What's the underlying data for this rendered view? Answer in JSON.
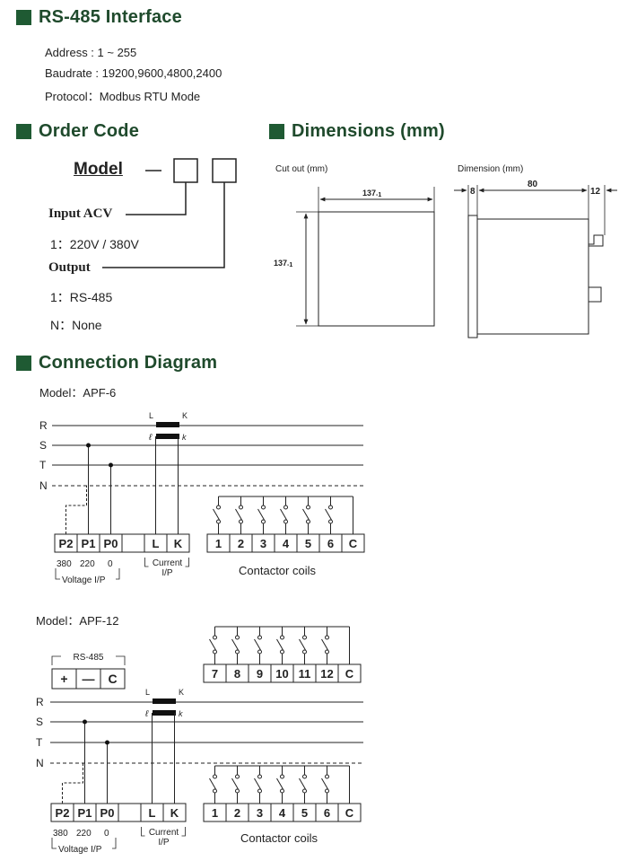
{
  "rs485": {
    "title": "RS-485 Interface",
    "address": "Address : 1 ~ 255",
    "baudrate": "Baudrate : 19200,9600,4800,2400",
    "protocol": "Protocol：Modbus RTU Mode"
  },
  "order": {
    "title": "Order  Code",
    "model_label": "Model",
    "input_label": "Input ACV",
    "input_opt1": "1：220V / 380V",
    "output_label": "Output",
    "output_opt1": "1：RS-485",
    "output_opt2": "N：None"
  },
  "dims": {
    "title": "Dimensions (mm)",
    "cutout_label": "Cut out (mm)",
    "cutout_w": "137",
    "cutout_w_tol": "-1",
    "cutout_h": "137",
    "cutout_h_tol": "-1",
    "dimension_label": "Dimension (mm)",
    "d8": "8",
    "d80": "80",
    "d12": "12"
  },
  "conn": {
    "title": "Connection  Diagram",
    "model1": "Model：APF-6",
    "model2": "Model：APF-12",
    "lines": [
      "R",
      "S",
      "T",
      "N"
    ],
    "ct_L": "L",
    "ct_K": "K",
    "ct_l": "ℓ",
    "ct_k": "k",
    "term_main": [
      "P2",
      "P1",
      "P0",
      "",
      "L",
      "K"
    ],
    "volt_nums": [
      "380",
      "220",
      "0"
    ],
    "voltage_ip": "Voltage  I/P",
    "current": "Current",
    "current_ip": "I/P",
    "coils_apf6": [
      "1",
      "2",
      "3",
      "4",
      "5",
      "6",
      "C"
    ],
    "coils_upper": [
      "7",
      "8",
      "9",
      "10",
      "11",
      "12",
      "C"
    ],
    "coils_lower": [
      "1",
      "2",
      "3",
      "4",
      "5",
      "6",
      "C"
    ],
    "contactor_coils": "Contactor coils",
    "rs485_label": "RS-485",
    "rs485_terms": [
      "+",
      "—",
      "C"
    ]
  }
}
